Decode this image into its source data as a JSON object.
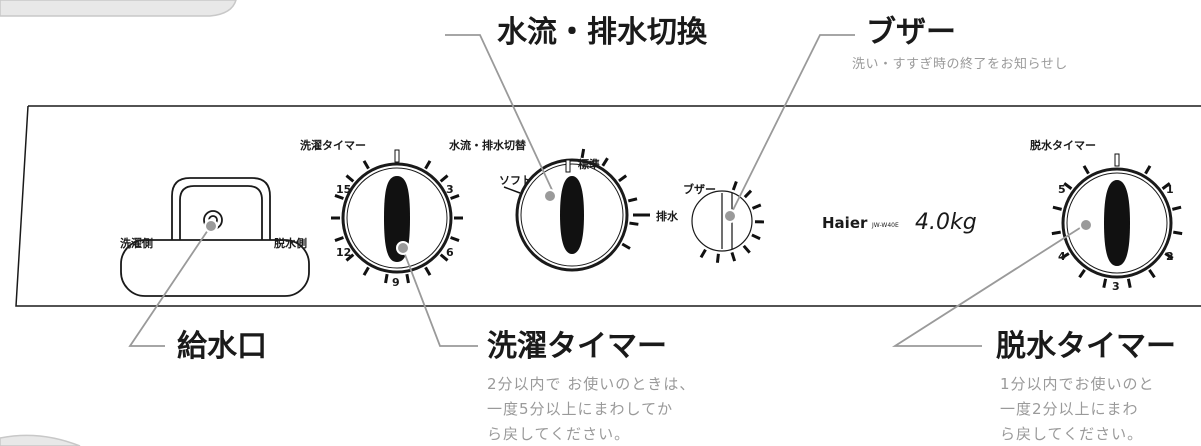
{
  "callouts": {
    "water_switch": "水流・排水切換",
    "buzzer": "ブザー",
    "buzzer_desc": "洗い・すすぎ時の終了をお知らせし",
    "inlet": "給水口",
    "wash_timer": "洗濯タイマー",
    "wash_timer_desc": [
      "2分以内で お使いのときは、",
      "一度5分以上にまわしてか",
      "ら戻してください。"
    ],
    "spin_timer": "脱水タイマー",
    "spin_timer_desc": [
      "1分以内でお使いのと",
      "一度2分以上にまわ",
      "ら戻してください。"
    ]
  },
  "panel": {
    "wash_timer_label": "洗濯タイマー",
    "wash_ticks": [
      "15",
      "3",
      "12",
      "6",
      "9"
    ],
    "water_label": "水流・排水切替",
    "soft": "ソフト",
    "standard": "標準",
    "drain": "排水",
    "buzzer_label": "ブザー",
    "brand": "Haier",
    "model": "JW-W40E",
    "capacity": "4.0kg",
    "spin_timer_label": "脱水タイマー",
    "spin_ticks": [
      "5",
      "1",
      "4",
      "2",
      "3"
    ],
    "wash_side": "洗濯側",
    "spin_side": "脱水側"
  }
}
